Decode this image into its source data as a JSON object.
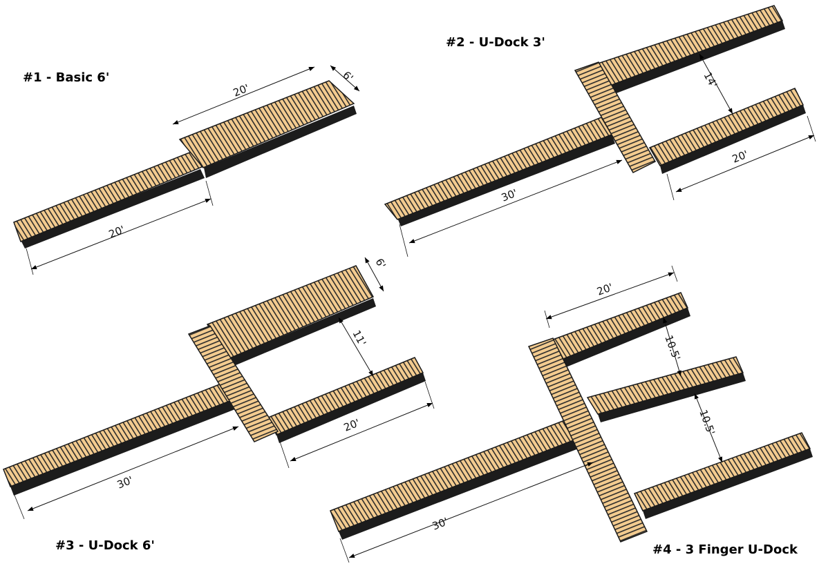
{
  "docks": [
    {
      "title": "#1 - Basic 6'",
      "dims": [
        "20'",
        "6'",
        "20'"
      ]
    },
    {
      "title": "#2 - U-Dock 3'",
      "dims": [
        "14'",
        "20'",
        "30'"
      ]
    },
    {
      "title": "#3 - U-Dock 6'",
      "dims": [
        "6'",
        "11'",
        "20'",
        "30'"
      ]
    },
    {
      "title": "#4 - 3 Finger U-Dock",
      "dims": [
        "20'",
        "10.5'",
        "10.5'",
        "30'"
      ]
    }
  ],
  "colors": {
    "deck": "#f3cb8f",
    "plank_line": "#2a2a2a",
    "float": "#1c1c1c"
  }
}
